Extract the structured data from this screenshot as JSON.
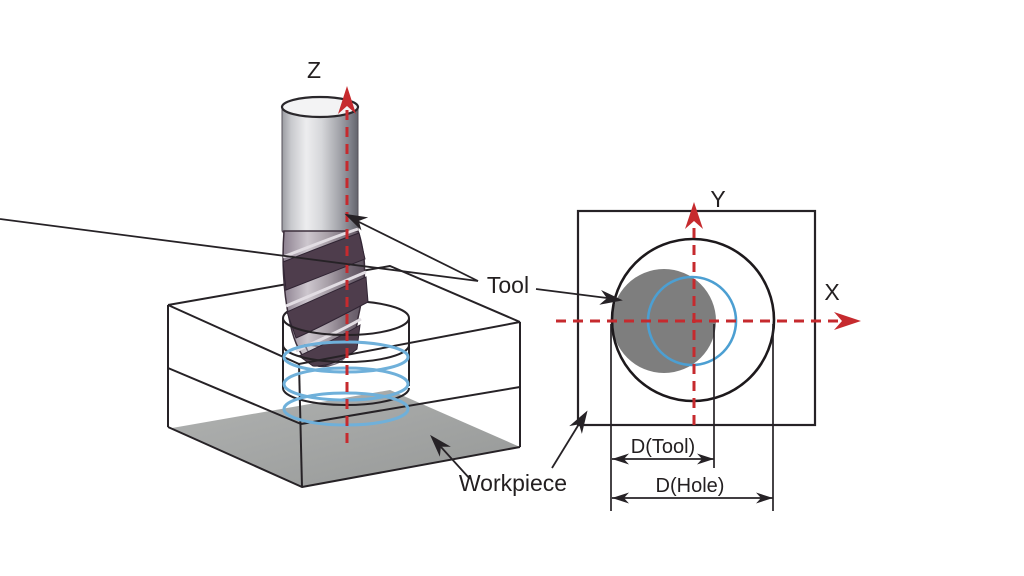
{
  "diagram": {
    "description": "Schematic of helical milling hole-making: left 3D view of an end mill cutting a hole in a workpiece block with helical tool path; right top view showing tool circle, hole circle and tool-path circle with X-Y axes and diameter dimensions",
    "left_view": {
      "labels": {
        "z_axis": "Z",
        "tool": "Tool",
        "workpiece": "Workpiece"
      },
      "elements": [
        "end-mill tool",
        "workpiece block wireframe",
        "machined hole cylinder",
        "helical tool path (3 loops)",
        "tool axis dashed centerline"
      ]
    },
    "right_view": {
      "labels": {
        "x_axis": "X",
        "y_axis": "Y",
        "tool_diameter": "D(Tool)",
        "hole_diameter": "D(Hole)"
      },
      "elements": [
        "workpiece outline square",
        "hole circle",
        "tool circle (filled gray, tangent to hole left side)",
        "tool-center path circle (blue)",
        "dashed X and Y center axes",
        "diameter dimension lines"
      ]
    },
    "colors": {
      "axis_red": "#c62a2e",
      "helix_blue": "#6fb0da",
      "toolpath_circle_blue": "#4c9fd2",
      "outline_black": "#262226",
      "tool_circle_gray": "#7e7e7e",
      "floor_gray": "#a1a3a2",
      "background": "#ffffff"
    }
  }
}
